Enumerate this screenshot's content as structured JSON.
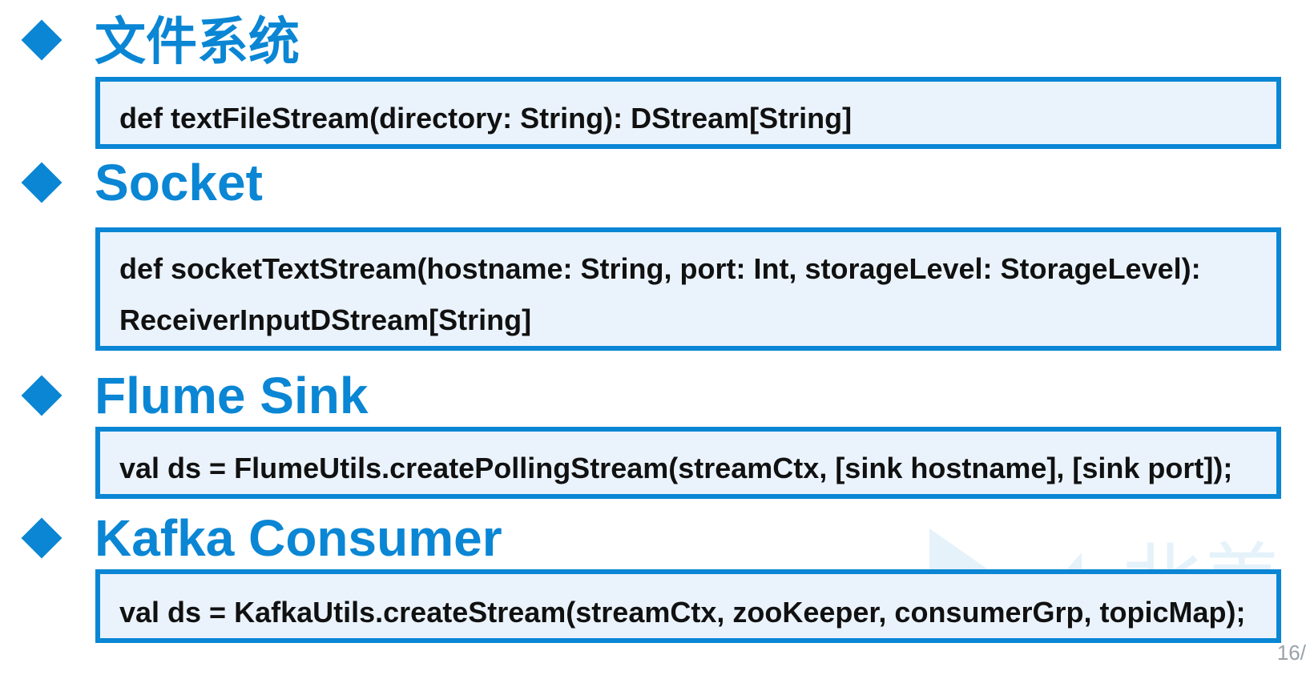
{
  "sections": [
    {
      "heading": "文件系统",
      "code": [
        "def textFileStream(directory: String): DStream[String]"
      ]
    },
    {
      "heading": "Socket",
      "code": [
        "def socketTextStream(hostname: String, port: Int, storageLevel: StorageLevel):",
        "ReceiverInputDStream[String]"
      ]
    },
    {
      "heading": "Flume Sink",
      "code": [
        "val ds = FlumeUtils.createPollingStream(streamCtx, [sink hostname], [sink port]);"
      ]
    },
    {
      "heading": "Kafka Consumer",
      "code": [
        "val ds = KafkaUtils.createStream(streamCtx, zooKeeper, consumerGrp, topicMap);"
      ]
    }
  ],
  "page_number": "16/",
  "watermark_text": "北美",
  "colors": {
    "accent": "#0a86d4",
    "box_bg": "#eaf3fc",
    "text": "#111111"
  }
}
